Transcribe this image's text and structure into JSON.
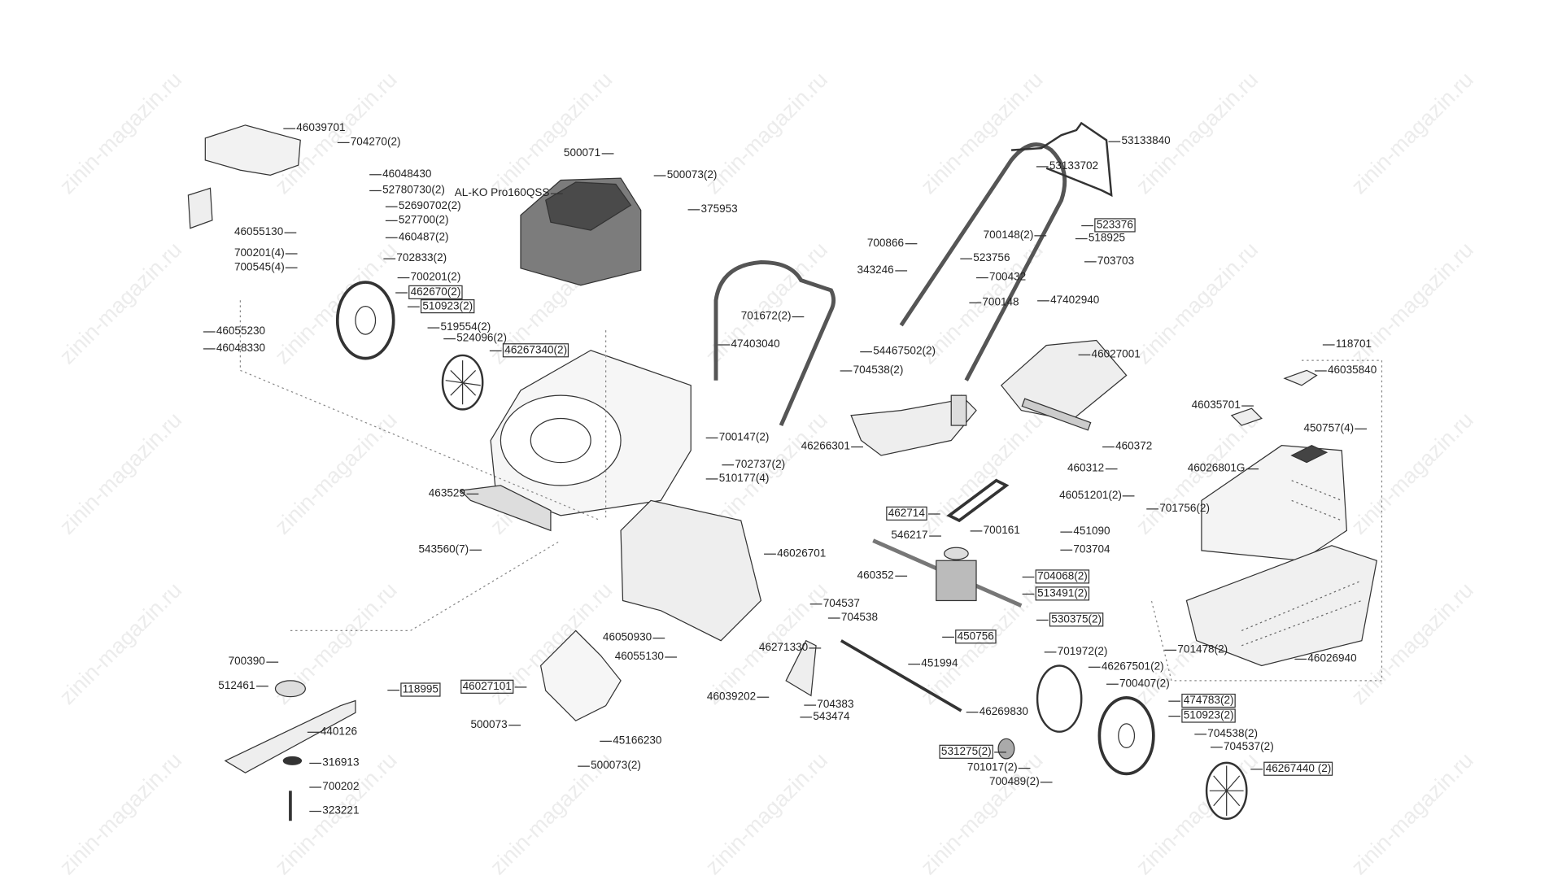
{
  "diagram": {
    "title": "AL-KO lawn mower exploded parts diagram",
    "watermark": "zinin-magazin.ru",
    "engine_label": "AL-KO Pro160QSS",
    "labels": [
      {
        "text": "46039701",
        "boxed": false
      },
      {
        "text": "704270(2)",
        "boxed": false
      },
      {
        "text": "46048430",
        "boxed": false
      },
      {
        "text": "52780730(2)",
        "boxed": false
      },
      {
        "text": "52690702(2)",
        "boxed": false
      },
      {
        "text": "527700(2)",
        "boxed": false
      },
      {
        "text": "46055130",
        "boxed": false
      },
      {
        "text": "460487(2)",
        "boxed": false
      },
      {
        "text": "700201(4)",
        "boxed": false
      },
      {
        "text": "700545(4)",
        "boxed": false
      },
      {
        "text": "702833(2)",
        "boxed": false
      },
      {
        "text": "700201(2)",
        "boxed": false
      },
      {
        "text": "462670(2)",
        "boxed": true
      },
      {
        "text": "510923(2)",
        "boxed": true
      },
      {
        "text": "519554(2)",
        "boxed": false
      },
      {
        "text": "524096(2)",
        "boxed": false
      },
      {
        "text": "46267340(2)",
        "boxed": true
      },
      {
        "text": "46055230",
        "boxed": false
      },
      {
        "text": "46048330",
        "boxed": false
      },
      {
        "text": "500071",
        "boxed": false
      },
      {
        "text": "500073(2)",
        "boxed": false
      },
      {
        "text": "AL-KO Pro160QSS",
        "boxed": false
      },
      {
        "text": "375953",
        "boxed": false
      },
      {
        "text": "53133840",
        "boxed": false
      },
      {
        "text": "53133702",
        "boxed": false
      },
      {
        "text": "523376",
        "boxed": true
      },
      {
        "text": "700148(2)",
        "boxed": false
      },
      {
        "text": "518925",
        "boxed": false
      },
      {
        "text": "700866",
        "boxed": false
      },
      {
        "text": "523756",
        "boxed": false
      },
      {
        "text": "703703",
        "boxed": false
      },
      {
        "text": "343246",
        "boxed": false
      },
      {
        "text": "700432",
        "boxed": false
      },
      {
        "text": "700148",
        "boxed": false
      },
      {
        "text": "47402940",
        "boxed": false
      },
      {
        "text": "701672(2)",
        "boxed": false
      },
      {
        "text": "54467502(2)",
        "boxed": false
      },
      {
        "text": "47403040",
        "boxed": false
      },
      {
        "text": "704538(2)",
        "boxed": false
      },
      {
        "text": "46027001",
        "boxed": false
      },
      {
        "text": "118701",
        "boxed": false
      },
      {
        "text": "46035840",
        "boxed": false
      },
      {
        "text": "46035701",
        "boxed": false
      },
      {
        "text": "450757(4)",
        "boxed": false
      },
      {
        "text": "46026801G",
        "boxed": false
      },
      {
        "text": "700147(2)",
        "boxed": false
      },
      {
        "text": "46266301",
        "boxed": false
      },
      {
        "text": "460372",
        "boxed": false
      },
      {
        "text": "702737(2)",
        "boxed": false
      },
      {
        "text": "460312",
        "boxed": false
      },
      {
        "text": "510177(4)",
        "boxed": false
      },
      {
        "text": "46051201(2)",
        "boxed": false
      },
      {
        "text": "463529",
        "boxed": false
      },
      {
        "text": "462714",
        "boxed": true
      },
      {
        "text": "701756(2)",
        "boxed": false
      },
      {
        "text": "546217",
        "boxed": false
      },
      {
        "text": "700161",
        "boxed": false
      },
      {
        "text": "451090",
        "boxed": false
      },
      {
        "text": "543560(7)",
        "boxed": false
      },
      {
        "text": "46026701",
        "boxed": false
      },
      {
        "text": "703704",
        "boxed": false
      },
      {
        "text": "460352",
        "boxed": false
      },
      {
        "text": "704068(2)",
        "boxed": true
      },
      {
        "text": "513491(2)",
        "boxed": true
      },
      {
        "text": "704537",
        "boxed": false
      },
      {
        "text": "704538",
        "boxed": false
      },
      {
        "text": "530375(2)",
        "boxed": true
      },
      {
        "text": "46050930",
        "boxed": false
      },
      {
        "text": "450756",
        "boxed": true
      },
      {
        "text": "46271330",
        "boxed": false
      },
      {
        "text": "701478(2)",
        "boxed": false
      },
      {
        "text": "46055130",
        "boxed": false
      },
      {
        "text": "46026940",
        "boxed": false
      },
      {
        "text": "700390",
        "boxed": false
      },
      {
        "text": "701972(2)",
        "boxed": false
      },
      {
        "text": "451994",
        "boxed": false
      },
      {
        "text": "46267501(2)",
        "boxed": false
      },
      {
        "text": "512461",
        "boxed": false
      },
      {
        "text": "46027101",
        "boxed": true
      },
      {
        "text": "118995",
        "boxed": true
      },
      {
        "text": "46039202",
        "boxed": false
      },
      {
        "text": "700407(2)",
        "boxed": false
      },
      {
        "text": "704383",
        "boxed": false
      },
      {
        "text": "474783(2)",
        "boxed": true
      },
      {
        "text": "46269830",
        "boxed": false
      },
      {
        "text": "543474",
        "boxed": false
      },
      {
        "text": "510923(2)",
        "boxed": true
      },
      {
        "text": "500073",
        "boxed": false
      },
      {
        "text": "440126",
        "boxed": false
      },
      {
        "text": "704538(2)",
        "boxed": false
      },
      {
        "text": "45166230",
        "boxed": false
      },
      {
        "text": "704537(2)",
        "boxed": false
      },
      {
        "text": "531275(2)",
        "boxed": true
      },
      {
        "text": "316913",
        "boxed": false
      },
      {
        "text": "500073(2)",
        "boxed": false
      },
      {
        "text": "46267440 (2)",
        "boxed": true
      },
      {
        "text": "701017(2)",
        "boxed": false
      },
      {
        "text": "700202",
        "boxed": false
      },
      {
        "text": "700489(2)",
        "boxed": false
      },
      {
        "text": "323221",
        "boxed": false
      }
    ]
  }
}
